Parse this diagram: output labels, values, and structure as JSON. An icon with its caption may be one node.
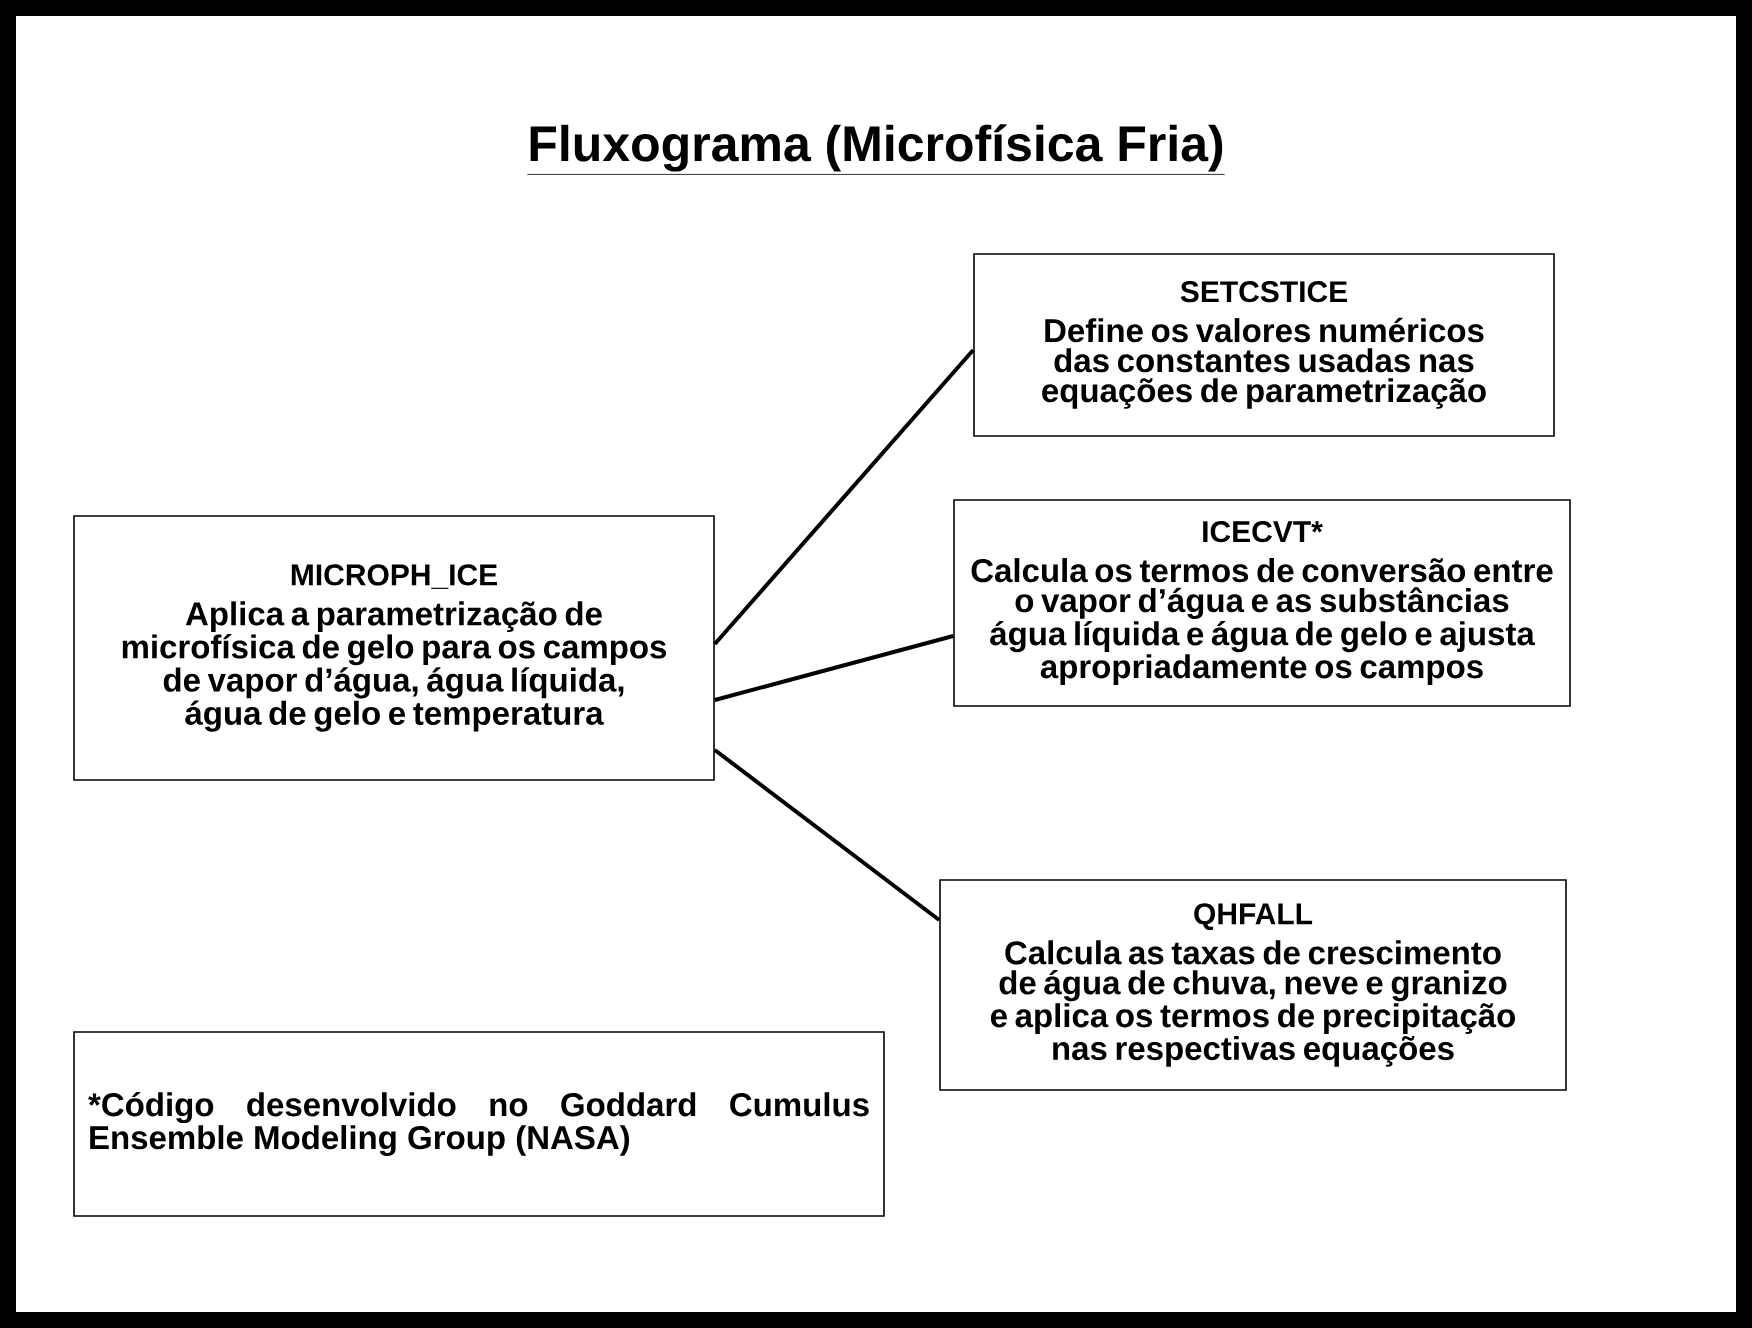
{
  "diagram": {
    "title": "Fluxograma (Microfísica Fria)",
    "nodes": [
      {
        "text": [
          "MICROPH_ICE",
          "Aplica a parametrização de microfísica de gelo para os campos de vapor d’água, água líquida, água de gelo e temperatura"
        ]
      },
      {
        "text": [
          "SETCSTICE",
          "Define os valores numéricos das constantes usadas nas equações de parametrização"
        ]
      },
      {
        "text": [
          "ICECVT*",
          "Calcula os termos de conversão entre o vapor d’água e as substâncias água líquida e água de gelo e ajusta apropriadamente os campos"
        ]
      },
      {
        "text": [
          "QHFALL",
          "Calcula as taxas de crescimento de água de chuva, neve e granizo e aplica os termos de precipitação nas respectivas equações"
        ]
      },
      {
        "text": [
          "*Código desenvolvido no Goddard Cumulus Ensemble Modeling Group (NASA)"
        ]
      }
    ],
    "edges": [
      {
        "from": 0,
        "to": 1,
        "arrow": "none"
      },
      {
        "from": 0,
        "to": 2,
        "arrow": "none"
      },
      {
        "from": 0,
        "to": 3,
        "arrow": "none"
      }
    ]
  }
}
